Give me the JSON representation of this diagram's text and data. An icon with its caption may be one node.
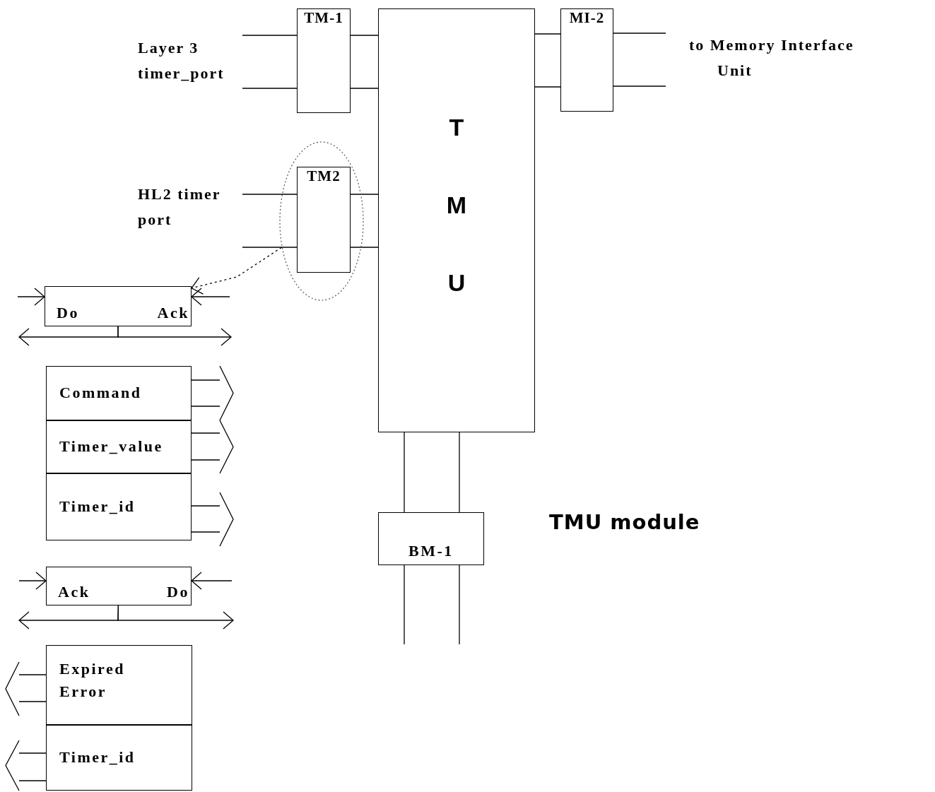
{
  "diagram": {
    "title": "TMU module",
    "nodes": [
      {
        "text": [
          "TM-1"
        ]
      },
      {
        "text": [
          "TMU"
        ]
      },
      {
        "text": [
          "MI-2"
        ]
      },
      {
        "text": [],
        "shape": "ellipse"
      },
      {
        "text": [
          "TM2"
        ],
        "in": 3
      },
      {
        "text": [
          "Do",
          "Ack"
        ]
      },
      {
        "text": [
          "Command"
        ]
      },
      {
        "text": [
          "Timer_value"
        ]
      },
      {
        "text": [
          "Timer_id"
        ]
      },
      {
        "text": [
          "Ack",
          "Do"
        ]
      },
      {
        "text": [
          "Expired",
          "Error"
        ]
      },
      {
        "text": [
          "Timer_id"
        ]
      },
      {
        "text": [
          "BM-1"
        ]
      }
    ],
    "edges": [
      {
        "from": null,
        "to": 0,
        "arrow": "none"
      },
      {
        "from": null,
        "to": 0,
        "arrow": "none"
      },
      {
        "from": 0,
        "to": 1,
        "arrow": "none"
      },
      {
        "from": 0,
        "to": 1,
        "arrow": "none"
      },
      {
        "from": 1,
        "to": 2,
        "arrow": "none"
      },
      {
        "from": 1,
        "to": 2,
        "arrow": "none"
      },
      {
        "from": 2,
        "to": null,
        "arrow": "none"
      },
      {
        "from": 2,
        "to": null,
        "arrow": "none"
      },
      {
        "from": null,
        "to": 4,
        "arrow": "none"
      },
      {
        "from": null,
        "to": 4,
        "arrow": "none"
      },
      {
        "from": 4,
        "to": 1,
        "arrow": "none"
      },
      {
        "from": 4,
        "to": 1,
        "arrow": "none"
      },
      {
        "from": 1,
        "to": 12,
        "arrow": "none"
      },
      {
        "from": 1,
        "to": 12,
        "arrow": "none"
      },
      {
        "from": 12,
        "to": null,
        "arrow": "none"
      },
      {
        "from": 12,
        "to": null,
        "arrow": "none"
      },
      {
        "from": 3,
        "to": 5,
        "arrow": "to",
        "style": "dashed"
      },
      {
        "from": null,
        "to": 5,
        "arrow": "to"
      },
      {
        "from": null,
        "to": 5,
        "arrow": "to"
      },
      {
        "from": 5,
        "to": null,
        "arrow": "to"
      },
      {
        "from": 5,
        "to": null,
        "arrow": "to"
      },
      {
        "from": 6,
        "to": null,
        "arrow": "none"
      },
      {
        "from": 7,
        "to": null,
        "arrow": "none"
      },
      {
        "from": 8,
        "to": null,
        "arrow": "none"
      },
      {
        "from": null,
        "to": 9,
        "arrow": "to"
      },
      {
        "from": null,
        "to": 9,
        "arrow": "to"
      },
      {
        "from": 9,
        "to": null,
        "arrow": "to"
      },
      {
        "from": 9,
        "to": null,
        "arrow": "to"
      },
      {
        "from": 10,
        "to": null,
        "arrow": "none"
      },
      {
        "from": 11,
        "to": null,
        "arrow": "none"
      }
    ],
    "labels": [
      "Layer 3 timer_port",
      "HL2 timer port",
      "to Memory Interface Unit"
    ]
  }
}
